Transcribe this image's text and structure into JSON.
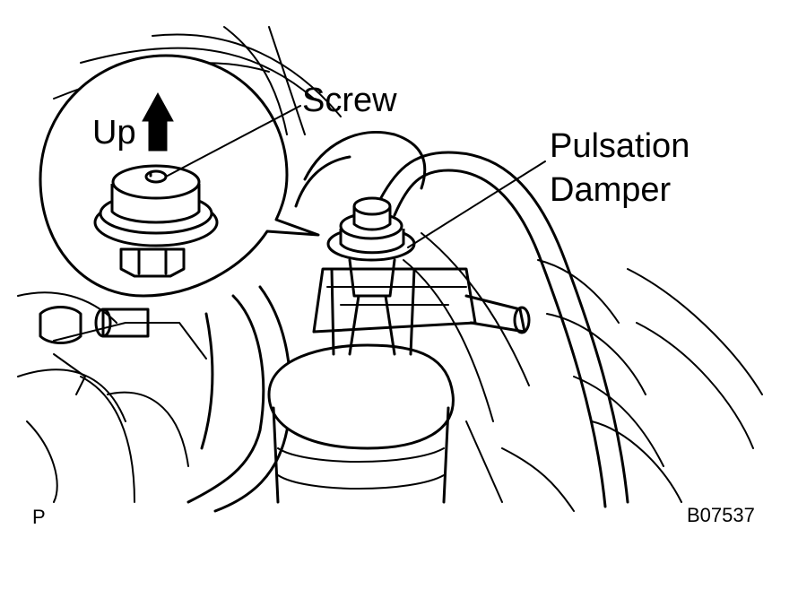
{
  "labels": {
    "screw": "Screw",
    "up": "Up",
    "pulsation_damper": [
      "Pulsation",
      "Damper"
    ],
    "corner_mark": "P",
    "figure_code": "B07537"
  },
  "icons": {
    "up_arrow": "up-arrow-icon"
  },
  "colors": {
    "line": "#000000",
    "background": "#ffffff"
  }
}
